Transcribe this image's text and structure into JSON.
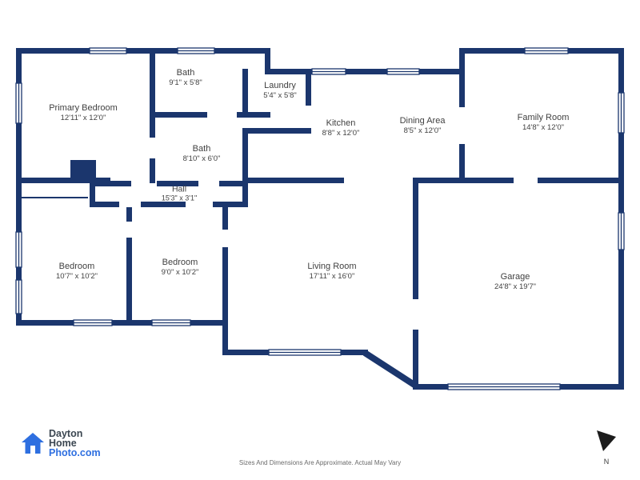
{
  "rooms": [
    {
      "name": "Primary Bedroom",
      "dims": "12'11\" x 12'0\""
    },
    {
      "name": "Bath",
      "dims": "9'1\" x 5'8\""
    },
    {
      "name": "Laundry",
      "dims": "5'4\" x 5'8\""
    },
    {
      "name": "Kitchen",
      "dims": "8'8\" x 12'0\""
    },
    {
      "name": "Dining Area",
      "dims": "8'5\" x 12'0\""
    },
    {
      "name": "Family Room",
      "dims": "14'8\" x 12'0\""
    },
    {
      "name": "Bath",
      "dims": "8'10\" x 6'0\""
    },
    {
      "name": "Hall",
      "dims": "15'3\" x 3'1\""
    },
    {
      "name": "Bedroom",
      "dims": "10'7\" x 10'2\""
    },
    {
      "name": "Bedroom",
      "dims": "9'0\" x 10'2\""
    },
    {
      "name": "Living Room",
      "dims": "17'11\" x 16'0\""
    },
    {
      "name": "Garage",
      "dims": "24'8\" x 19'7\""
    }
  ],
  "logo": {
    "line1": "Dayton",
    "line2": "Home",
    "line3": "Photo.com"
  },
  "footer": {
    "disclaimer": "Sizes And Dimensions Are Approximate. Actual May Vary",
    "north_label": "N"
  },
  "icons": {
    "logo": "home-icon",
    "north": "north-arrow-icon"
  },
  "colors": {
    "wall": "#1b366d",
    "logo_blue": "#2e6fe0",
    "north": "#1c1c1c",
    "label_text": "#414141"
  }
}
